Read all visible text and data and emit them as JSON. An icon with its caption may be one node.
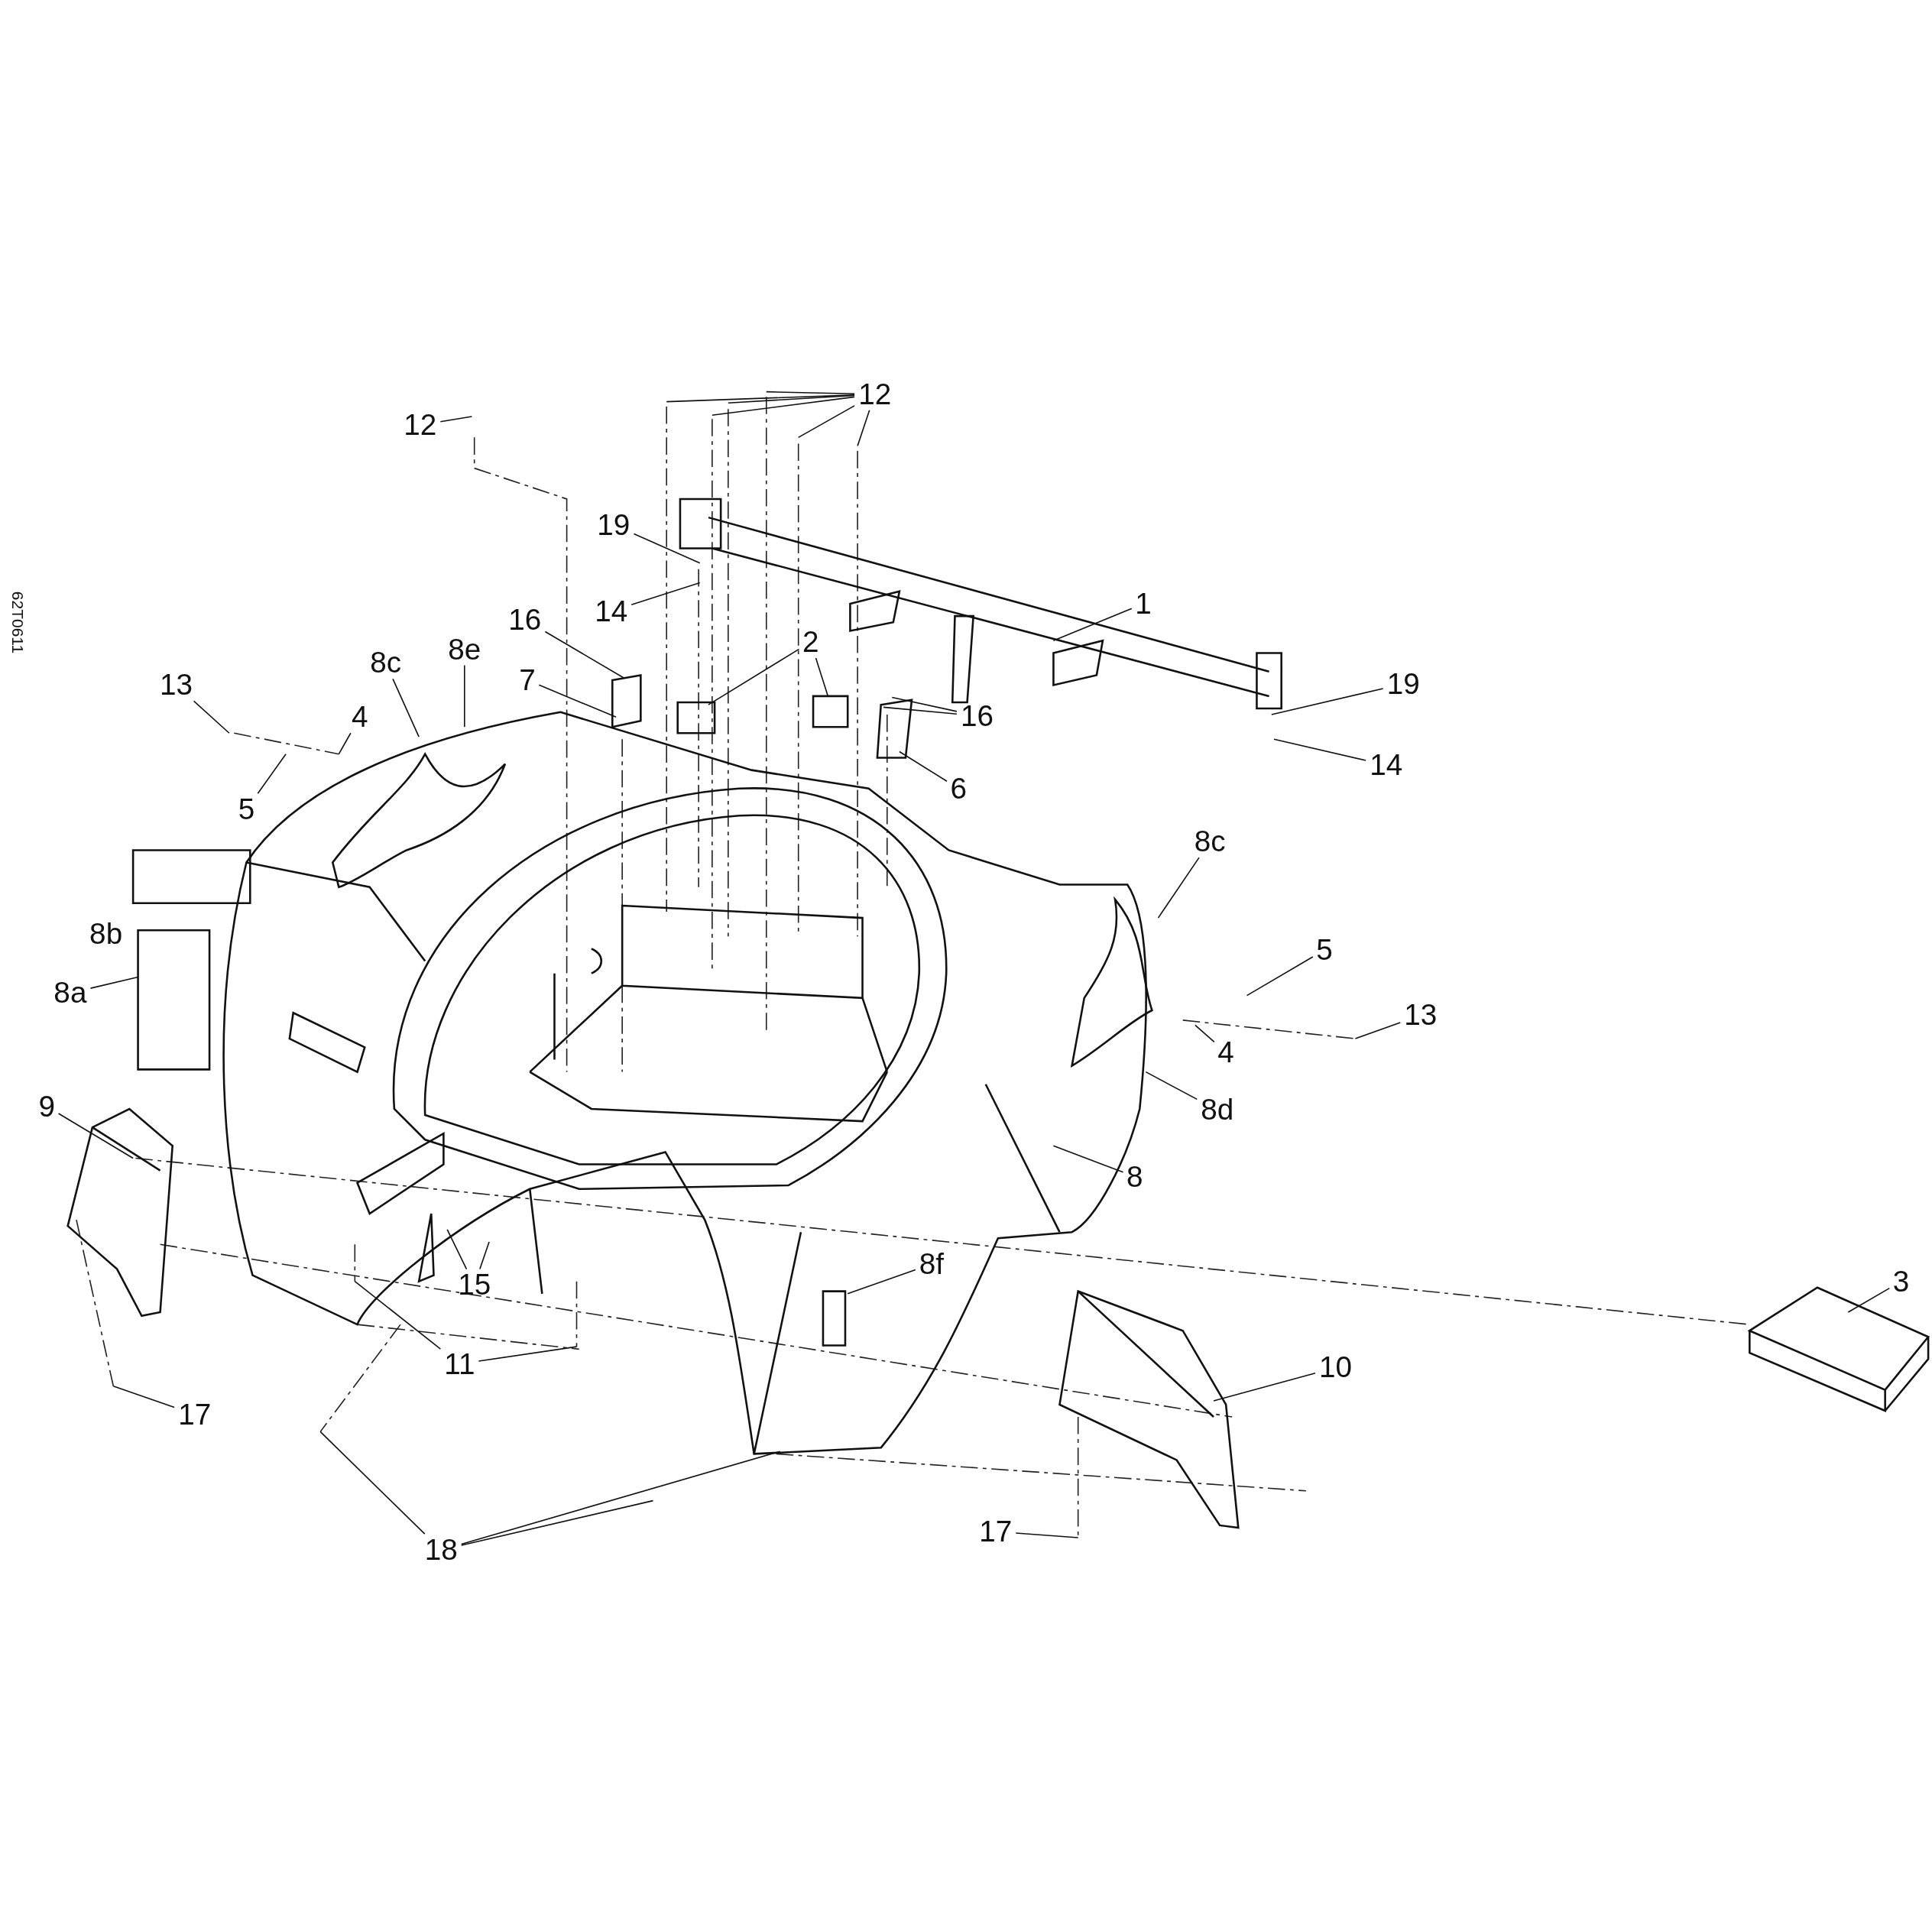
{
  "diagram": {
    "nodes": [
      {
        "text": [
          "12"
        ]
      },
      {
        "text": [
          "12"
        ]
      },
      {
        "text": [
          "19"
        ]
      },
      {
        "text": [
          "14"
        ]
      },
      {
        "text": [
          "1"
        ]
      },
      {
        "text": [
          "16"
        ]
      },
      {
        "text": [
          "2"
        ]
      },
      {
        "text": [
          "8c"
        ]
      },
      {
        "text": [
          "8e"
        ]
      },
      {
        "text": [
          "7"
        ]
      },
      {
        "text": [
          "13"
        ]
      },
      {
        "text": [
          "19"
        ]
      },
      {
        "text": [
          "4"
        ]
      },
      {
        "text": [
          "16"
        ]
      },
      {
        "text": [
          "14"
        ]
      },
      {
        "text": [
          "6"
        ]
      },
      {
        "text": [
          "5"
        ]
      },
      {
        "text": [
          "8c"
        ]
      },
      {
        "text": [
          "5"
        ]
      },
      {
        "text": [
          "8a"
        ]
      },
      {
        "text": [
          "13"
        ]
      },
      {
        "text": [
          "4"
        ]
      },
      {
        "text": [
          "9"
        ]
      },
      {
        "text": [
          "8d"
        ]
      },
      {
        "text": [
          "8"
        ]
      },
      {
        "text": [
          "8f"
        ]
      },
      {
        "text": [
          "15"
        ]
      },
      {
        "text": [
          "3"
        ]
      },
      {
        "text": [
          "11"
        ]
      },
      {
        "text": [
          "10"
        ]
      },
      {
        "text": [
          "17"
        ]
      },
      {
        "text": [
          "17"
        ]
      },
      {
        "text": [
          "18"
        ]
      }
    ],
    "edges": [
      {
        "from": 0,
        "to": null,
        "arrow": "none"
      },
      {
        "from": 1,
        "to": null,
        "arrow": "none"
      },
      {
        "from": 1,
        "to": null,
        "arrow": "none"
      },
      {
        "from": 1,
        "to": null,
        "arrow": "none"
      },
      {
        "from": 1,
        "to": null,
        "arrow": "none"
      },
      {
        "from": 1,
        "to": null,
        "arrow": "none"
      },
      {
        "from": 1,
        "to": null,
        "arrow": "none"
      },
      {
        "from": 2,
        "to": null,
        "arrow": "none"
      },
      {
        "from": 3,
        "to": null,
        "arrow": "none"
      },
      {
        "from": 4,
        "to": null,
        "arrow": "none"
      },
      {
        "from": 5,
        "to": null,
        "arrow": "none"
      },
      {
        "from": 6,
        "to": null,
        "arrow": "none"
      },
      {
        "from": 6,
        "to": null,
        "arrow": "none"
      },
      {
        "from": 7,
        "to": null,
        "arrow": "none"
      },
      {
        "from": 8,
        "to": null,
        "arrow": "none"
      },
      {
        "from": 9,
        "to": null,
        "arrow": "none"
      },
      {
        "from": 10,
        "to": null,
        "arrow": "none"
      },
      {
        "from": 11,
        "to": null,
        "arrow": "none"
      },
      {
        "from": 12,
        "to": null,
        "arrow": "none"
      },
      {
        "from": 13,
        "to": null,
        "arrow": "none"
      },
      {
        "from": 13,
        "to": null,
        "arrow": "none"
      },
      {
        "from": 14,
        "to": null,
        "arrow": "none"
      },
      {
        "from": 15,
        "to": null,
        "arrow": "none"
      },
      {
        "from": 16,
        "to": null,
        "arrow": "none"
      },
      {
        "from": 17,
        "to": null,
        "arrow": "none"
      },
      {
        "from": 18,
        "to": null,
        "arrow": "none"
      },
      {
        "from": 19,
        "to": null,
        "arrow": "none"
      },
      {
        "from": 20,
        "to": null,
        "arrow": "none"
      },
      {
        "from": 21,
        "to": null,
        "arrow": "none"
      },
      {
        "from": 22,
        "to": null,
        "arrow": "none"
      },
      {
        "from": 23,
        "to": null,
        "arrow": "none"
      },
      {
        "from": 24,
        "to": null,
        "arrow": "none"
      },
      {
        "from": 25,
        "to": null,
        "arrow": "none"
      },
      {
        "from": 26,
        "to": null,
        "arrow": "none"
      },
      {
        "from": 26,
        "to": null,
        "arrow": "none"
      },
      {
        "from": 27,
        "to": null,
        "arrow": "none"
      },
      {
        "from": 28,
        "to": null,
        "arrow": "none"
      },
      {
        "from": 28,
        "to": null,
        "arrow": "none"
      },
      {
        "from": 29,
        "to": null,
        "arrow": "none"
      },
      {
        "from": 30,
        "to": null,
        "arrow": "none"
      },
      {
        "from": 31,
        "to": null,
        "arrow": "none"
      },
      {
        "from": 32,
        "to": null,
        "arrow": "none"
      },
      {
        "from": 32,
        "to": null,
        "arrow": "none"
      },
      {
        "from": 32,
        "to": null,
        "arrow": "none"
      }
    ],
    "labels": [
      "62T0611",
      "8b"
    ]
  }
}
